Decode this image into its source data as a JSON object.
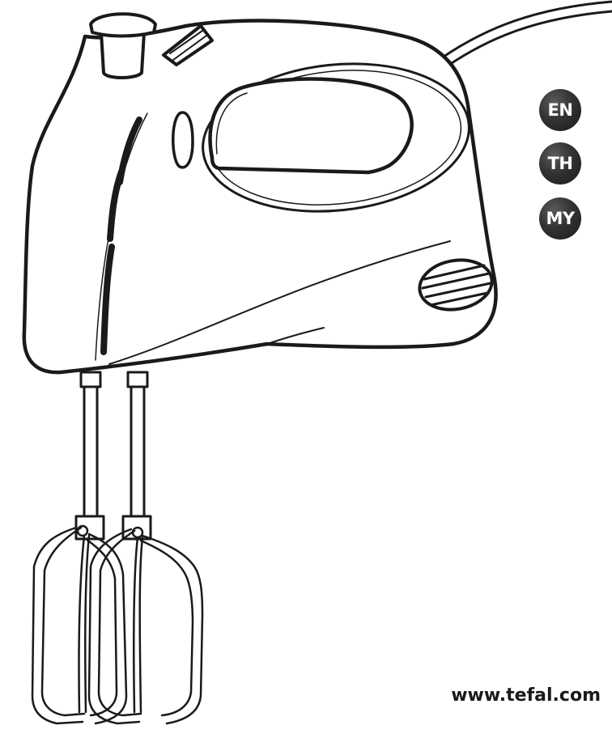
{
  "languages": [
    {
      "code": "EN"
    },
    {
      "code": "TH"
    },
    {
      "code": "MY"
    }
  ],
  "website": "www.tefal.com",
  "colors": {
    "badge": "#333333",
    "badge_text": "#ffffff",
    "line_art": "#1a1a1a",
    "background": "#ffffff"
  }
}
